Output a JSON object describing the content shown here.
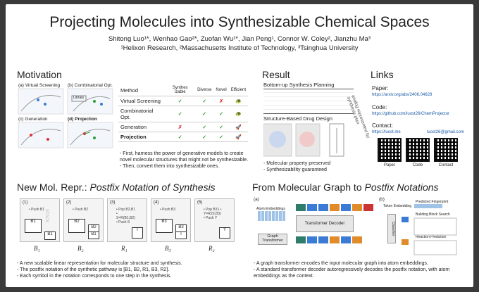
{
  "title": "Projecting Molecules into Synthesizable Chemical Spaces",
  "authors": "Shitong Luo¹*, Wenhao Gao²*, Zuofan Wu¹*, Jian Peng¹, Connor W. Coley², Jianzhu Ma³",
  "affiliations": "¹Helixon Research, ²Massachusetts Institute of Technology, ³Tsinghua University",
  "motivation": {
    "heading": "Motivation",
    "panels": [
      "(a) Virtual Screening",
      "(b) Combinatorial Opt.",
      "(c) Generation",
      "(d) Projection"
    ],
    "library_label": "Library",
    "table": {
      "headers": [
        "Method",
        "Synthes izable",
        "Diverse",
        "Novel",
        "Efficient"
      ],
      "rows": [
        {
          "method": "Virtual Screening",
          "marks": [
            "✓",
            "✓",
            "✗",
            "🐢"
          ]
        },
        {
          "method": "Combinatorial Opt.",
          "marks": [
            "✓",
            "✓",
            "✓",
            "🐢"
          ]
        },
        {
          "method": "Generation",
          "marks": [
            "✗",
            "✓",
            "✓",
            "🚀"
          ]
        },
        {
          "method": "Projection",
          "marks": [
            "✓",
            "✓",
            "✓",
            "🚀"
          ]
        }
      ]
    },
    "bullets": [
      "- First, harness the power of generative models to create",
      "novel molecular structures that might not be synthesizable.",
      "- Then, convert them into synthesizable ones."
    ]
  },
  "result": {
    "heading": "Result",
    "sub1": "Bottom-up Synthesis Planning",
    "sub2": "Structure-Based Drug Design",
    "side_text": "analog represented by synthesis plan",
    "bullets": [
      "- Molecular property preserved",
      "- Synthesizability guaranteed"
    ]
  },
  "links": {
    "heading": "Links",
    "paper_label": "Paper:",
    "paper_url": "https://arxiv.org/abs/2406.04628",
    "code_label": "Code:",
    "code_url": "https://github.com/luost26/ChemProjector",
    "contact_label": "Contact:",
    "contact1": "https://luost.me",
    "contact2": "luost26@gmail.com",
    "qr_captions": [
      "Paper",
      "Code",
      "Contact"
    ]
  },
  "repr": {
    "heading_plain": "New Mol. Repr.: ",
    "heading_italic": "Postfix Notation of Synthesis",
    "steps": [
      {
        "n": "(1)",
        "op": "• Push B1",
        "sym": "B₁"
      },
      {
        "n": "(2)",
        "op": "• Push B2",
        "sym": "B₂"
      },
      {
        "n": "(3)",
        "op": "• Pop B2,B1 • S=R(B1,B2) • Push S",
        "sym": "R₁"
      },
      {
        "n": "(4)",
        "op": "• Push B3",
        "sym": "B₃"
      },
      {
        "n": "(5)",
        "op": "• Pop B3,I • Y=R2(I,B3) • Push Y",
        "sym": "R₂"
      }
    ],
    "stack_label": "STACK",
    "bullets": [
      "- A new scalable linear representation for molecular structure and synthesis.",
      "- The postfix notation of the synthetic pathway is [B1, B2, R1, B3, R2].",
      "- Each symbol in the notation corresponds to one step in the synthesis."
    ]
  },
  "graph": {
    "heading_plain": "From Molecular Graph to ",
    "heading_italic": "Postfix Notations",
    "labels": {
      "a": "(a)",
      "b": "(b)",
      "atom_embeddings": "Atom Embeddings",
      "decoder": "Transformer Decoder",
      "encoder": "Graph Transformer",
      "token": "Token Embedding",
      "classifier": "Classifier",
      "pred": "Predicted Fingerprint",
      "bbs": "Building Block Search",
      "rxn": "Reaction Prediction"
    },
    "bullets": [
      "- A graph transformer encodes the input molecular graph into atom embeddings.",
      "- A standard transformer decoder autoregressively decodes the postfix notation, with atom",
      "embeddings as the context."
    ]
  }
}
